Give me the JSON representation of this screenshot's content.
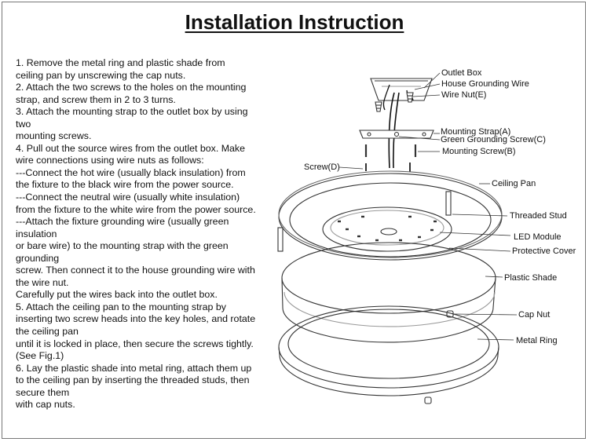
{
  "title": "Installation Instruction",
  "steps": [
    "1. Remove the metal ring and plastic shade from",
    "ceiling pan by unscrewing the cap nuts.",
    "2. Attach the two screws to the holes on the mounting",
    "strap, and screw them in 2 to 3 turns.",
    "3. Attach the mounting strap to the outlet box by using",
    "two",
    "mounting screws.",
    "4. Pull out the source wires from the outlet box. Make",
    "wire connections using wire nuts as follows:",
    "---Connect the hot wire (usually black insulation) from",
    "the fixture to the black wire from the power source.",
    "---Connect the neutral wire (usually white insulation)",
    "from the fixture to the white wire from the power source.",
    "---Attach the fixture grounding wire (usually green",
    "insulation",
    "or bare wire) to the mounting strap with the green",
    "grounding",
    "screw. Then connect it to the house grounding wire with",
    "the wire nut.",
    "Carefully put the wires back into the outlet box.",
    "5. Attach the ceiling pan to the mounting strap by",
    "inserting two screw heads into the key holes, and rotate",
    "the ceiling pan",
    "until it is locked in place, then secure the screws tightly.",
    "(See Fig.1)",
    "6. Lay the plastic shade into metal ring, attach them up",
    "to the ceiling pan by inserting the threaded studs, then",
    "secure them",
    "with cap nuts."
  ],
  "labels": {
    "outlet_box": "Outlet Box",
    "house_grounding_wire": "House Grounding Wire",
    "wire_nut": "Wire Nut(E)",
    "mounting_strap": "Mounting Strap(A)",
    "green_grounding_screw": "Green Grounding Screw(C)",
    "mounting_screw": "Mounting Screw(B)",
    "screw_d": "Screw(D)",
    "ceiling_pan": "Ceiling Pan",
    "threaded_stud": "Threaded Stud",
    "led_module": "LED Module",
    "protective_cover": "Protective Cover",
    "plastic_shade": "Plastic Shade",
    "cap_nut": "Cap Nut",
    "metal_ring": "Metal Ring"
  }
}
